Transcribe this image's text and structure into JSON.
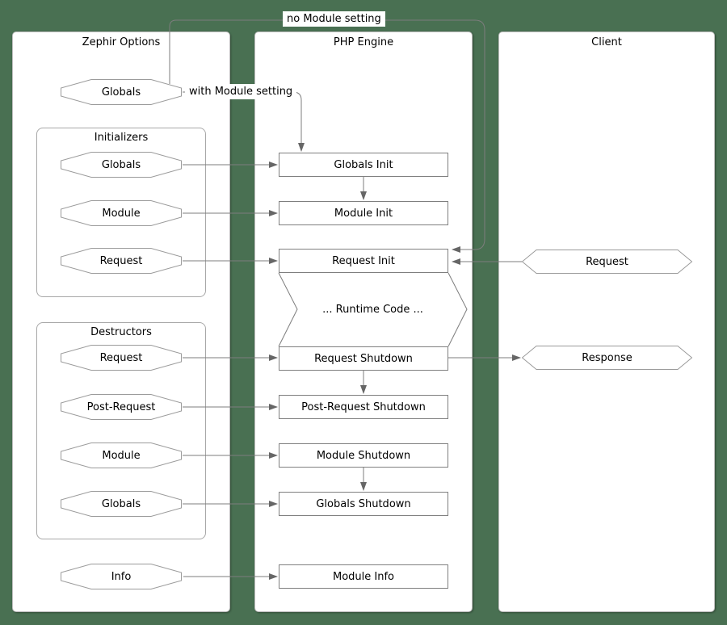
{
  "colors": {
    "background": "#497052",
    "panel_fill": "#ffffff",
    "box_border": "#7f7f7f",
    "shape_border": "#9b9b9b",
    "line": "#7d7d7d",
    "arrowhead": "#666666"
  },
  "labels": {
    "no_module": "no Module setting",
    "with_module": "with Module setting"
  },
  "zephir": {
    "title": "Zephir Options",
    "globals": {
      "label": "Globals"
    },
    "initializers": {
      "title": "Initializers",
      "items": [
        {
          "label": "Globals"
        },
        {
          "label": "Module"
        },
        {
          "label": "Request"
        }
      ]
    },
    "destructors": {
      "title": "Destructors",
      "items": [
        {
          "label": "Request"
        },
        {
          "label": "Post-Request"
        },
        {
          "label": "Module"
        },
        {
          "label": "Globals"
        }
      ]
    },
    "info": {
      "label": "Info"
    }
  },
  "engine": {
    "title": "PHP Engine",
    "boxes": [
      {
        "label": "Globals Init"
      },
      {
        "label": "Module Init"
      },
      {
        "label": "Request Init"
      },
      {
        "label": "Request Shutdown"
      },
      {
        "label": "Post-Request Shutdown"
      },
      {
        "label": "Module Shutdown"
      },
      {
        "label": "Globals Shutdown"
      },
      {
        "label": "Module Info"
      }
    ],
    "runtime_label": "... Runtime Code ..."
  },
  "client": {
    "title": "Client",
    "request": {
      "label": "Request"
    },
    "response": {
      "label": "Response"
    }
  }
}
